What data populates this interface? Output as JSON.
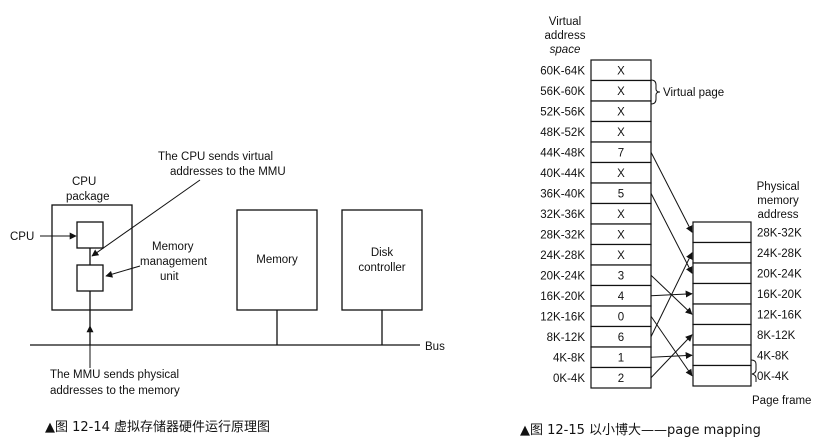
{
  "fig1": {
    "cpu_package": [
      "CPU",
      "package"
    ],
    "cpu": "CPU",
    "mmu": [
      "Memory",
      "management",
      "unit"
    ],
    "memory": "Memory",
    "disk": [
      "Disk",
      "controller"
    ],
    "bus": "Bus",
    "note_top": [
      "The CPU sends virtual",
      "addresses to the MMU"
    ],
    "note_bottom": [
      "The MMU sends physical",
      "addresses to the memory"
    ],
    "caption": "▲图 12-14  虚拟存储器硬件运行原理图"
  },
  "fig2": {
    "virtual_header": [
      "Virtual",
      "address",
      "space"
    ],
    "virtual_pages": [
      {
        "range": "60K-64K",
        "value": "X"
      },
      {
        "range": "56K-60K",
        "value": "X"
      },
      {
        "range": "52K-56K",
        "value": "X"
      },
      {
        "range": "48K-52K",
        "value": "X"
      },
      {
        "range": "44K-48K",
        "value": "7"
      },
      {
        "range": "40K-44K",
        "value": "X"
      },
      {
        "range": "36K-40K",
        "value": "5"
      },
      {
        "range": "32K-36K",
        "value": "X"
      },
      {
        "range": "28K-32K",
        "value": "X"
      },
      {
        "range": "24K-28K",
        "value": "X"
      },
      {
        "range": "20K-24K",
        "value": "3"
      },
      {
        "range": "16K-20K",
        "value": "4"
      },
      {
        "range": "12K-16K",
        "value": "0"
      },
      {
        "range": "8K-12K",
        "value": "6"
      },
      {
        "range": "4K-8K",
        "value": "1"
      },
      {
        "range": "0K-4K",
        "value": "2"
      }
    ],
    "virtual_page_label": "Virtual page",
    "physical_header": [
      "Physical",
      "memory",
      "address"
    ],
    "physical_frames": [
      "28K-32K",
      "24K-28K",
      "20K-24K",
      "16K-20K",
      "12K-16K",
      "8K-12K",
      "4K-8K",
      "0K-4K"
    ],
    "page_frame_label": "Page frame",
    "caption": "▲图 12-15  以小博大——page mapping"
  }
}
